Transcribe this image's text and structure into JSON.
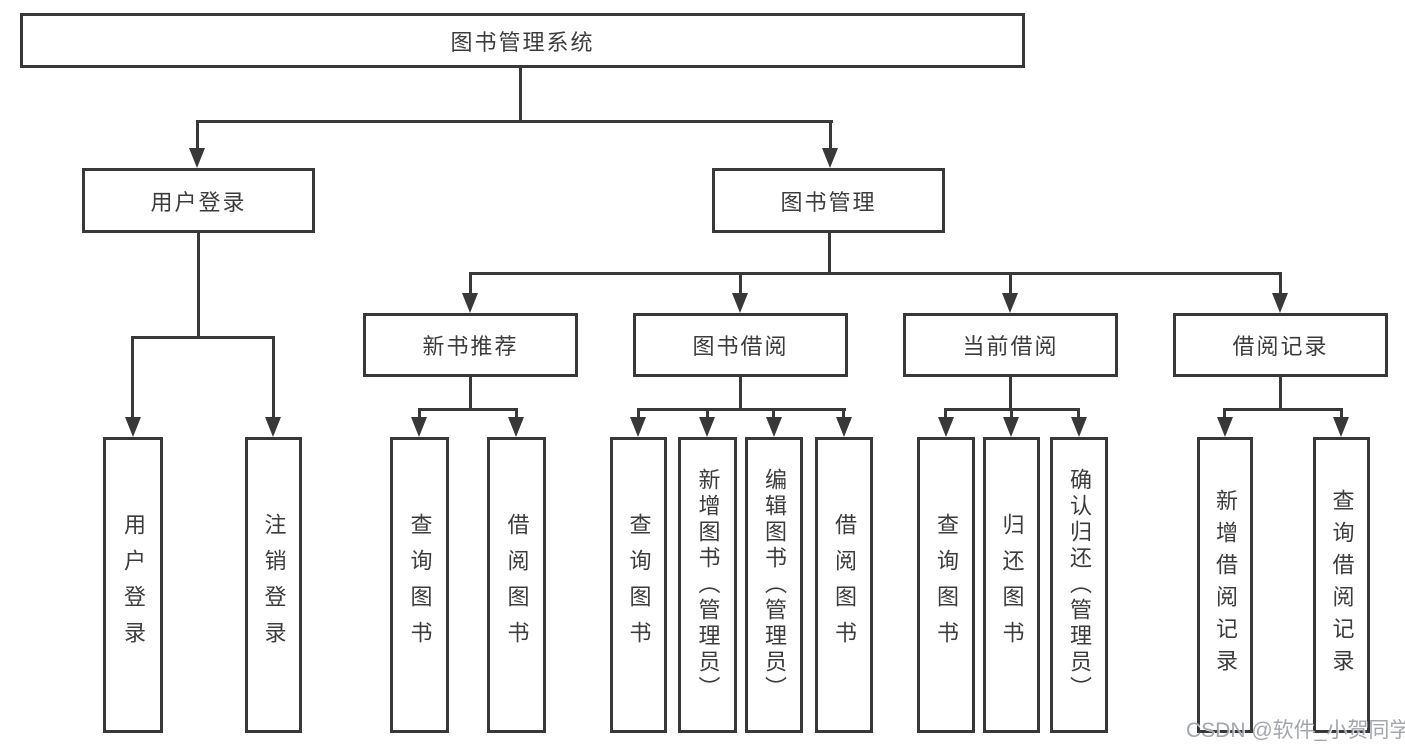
{
  "diagram": {
    "type": "hierarchy-tree",
    "colors": {
      "line": "#383838",
      "text": "#3c3c3c",
      "background": "#ffffff"
    },
    "nodes": {
      "root": {
        "label": "图书管理系统"
      },
      "user_login": {
        "label": "用户登录"
      },
      "book_mgmt": {
        "label": "图书管理"
      },
      "new_book_rec": {
        "label": "新书推荐"
      },
      "book_borrow": {
        "label": "图书借阅"
      },
      "current_borrow": {
        "label": "当前借阅"
      },
      "borrow_record": {
        "label": "借阅记录"
      },
      "leaf_user_login": {
        "label": "用户登录"
      },
      "leaf_logout": {
        "label": "注销登录"
      },
      "leaf_query_book_1": {
        "label": "查询图书"
      },
      "leaf_borrow_book_1": {
        "label": "借阅图书"
      },
      "leaf_query_book_2": {
        "label": "查询图书"
      },
      "leaf_add_book": {
        "label": "新增图书（管理员）"
      },
      "leaf_edit_book": {
        "label": "编辑图书（管理员）"
      },
      "leaf_borrow_book_2": {
        "label": "借阅图书"
      },
      "leaf_query_book_3": {
        "label": "查询图书"
      },
      "leaf_return_book": {
        "label": "归还图书"
      },
      "leaf_confirm_return": {
        "label": "确认归还（管理员）"
      },
      "leaf_add_record": {
        "label": "新增借阅记录"
      },
      "leaf_query_record": {
        "label": "查询借阅记录"
      }
    },
    "edges": [
      [
        "root",
        "user_login"
      ],
      [
        "root",
        "book_mgmt"
      ],
      [
        "user_login",
        "leaf_user_login"
      ],
      [
        "user_login",
        "leaf_logout"
      ],
      [
        "book_mgmt",
        "new_book_rec"
      ],
      [
        "book_mgmt",
        "book_borrow"
      ],
      [
        "book_mgmt",
        "current_borrow"
      ],
      [
        "book_mgmt",
        "borrow_record"
      ],
      [
        "new_book_rec",
        "leaf_query_book_1"
      ],
      [
        "new_book_rec",
        "leaf_borrow_book_1"
      ],
      [
        "book_borrow",
        "leaf_query_book_2"
      ],
      [
        "book_borrow",
        "leaf_add_book"
      ],
      [
        "book_borrow",
        "leaf_edit_book"
      ],
      [
        "book_borrow",
        "leaf_borrow_book_2"
      ],
      [
        "current_borrow",
        "leaf_query_book_3"
      ],
      [
        "current_borrow",
        "leaf_return_book"
      ],
      [
        "current_borrow",
        "leaf_confirm_return"
      ],
      [
        "borrow_record",
        "leaf_add_record"
      ],
      [
        "borrow_record",
        "leaf_query_record"
      ]
    ]
  },
  "watermark": {
    "text": "CSDN @软件_小贺同学"
  }
}
